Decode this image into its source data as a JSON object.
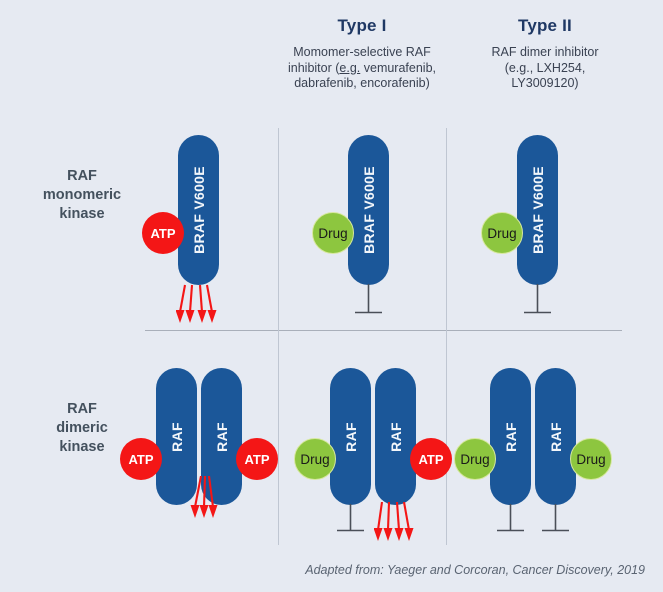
{
  "figure": {
    "background_color": "#E6EAF2",
    "pill_color": "#1B5799",
    "atp_color": "#F41616",
    "drug_color": "#8DC63F",
    "heading_color": "#1F3864",
    "arrow_color": "#F41616",
    "tbar_color": "#4A4F58"
  },
  "columns": {
    "type1": {
      "title": "Type I",
      "subtitle_line1": "Momomer-selective RAF",
      "subtitle_line2_pre": "inhibitor (",
      "subtitle_line2_underlined": "e.g.",
      "subtitle_line2_post": " vemurafenib,",
      "subtitle_line3": "dabrafenib, encorafenib)"
    },
    "type2": {
      "title": "Type II",
      "subtitle_line1": "RAF dimer inhibitor",
      "subtitle_line2": "(e.g., LXH254,",
      "subtitle_line3": "LY3009120)"
    }
  },
  "rows": {
    "monomeric": {
      "label_line1": "RAF",
      "label_line2": "monomeric",
      "label_line3": "kinase"
    },
    "dimeric": {
      "label_line1": "RAF",
      "label_line2": "dimeric",
      "label_line3": "kinase"
    }
  },
  "units": {
    "mono_untreated": {
      "pill_label": "BRAF V600E",
      "ligand_label": "ATP",
      "ligand_type": "atp",
      "output": "arrows"
    },
    "mono_type1": {
      "pill_label": "BRAF V600E",
      "ligand_label": "Drug",
      "ligand_type": "drug",
      "output": "inhibited"
    },
    "mono_type2": {
      "pill_label": "BRAF V600E",
      "ligand_label": "Drug",
      "ligand_type": "drug",
      "output": "inhibited"
    },
    "dimer_untreated": {
      "pill_label_left": "RAF",
      "pill_label_right": "RAF",
      "ligand_left_label": "ATP",
      "ligand_left_type": "atp",
      "ligand_right_label": "ATP",
      "ligand_right_type": "atp",
      "output": "arrows"
    },
    "dimer_type1": {
      "pill_label_left": "RAF",
      "pill_label_right": "RAF",
      "ligand_left_label": "Drug",
      "ligand_left_type": "drug",
      "ligand_right_label": "ATP",
      "ligand_right_type": "atp",
      "output_left": "inhibited",
      "output_right": "arrows"
    },
    "dimer_type2": {
      "pill_label_left": "RAF",
      "pill_label_right": "RAF",
      "ligand_left_label": "Drug",
      "ligand_left_type": "drug",
      "ligand_right_label": "Drug",
      "ligand_right_type": "drug",
      "output_left": "inhibited",
      "output_right": "inhibited"
    }
  },
  "footer": {
    "credit": "Adapted from: Yaeger and Corcoran, Cancer Discovery, 2019"
  }
}
